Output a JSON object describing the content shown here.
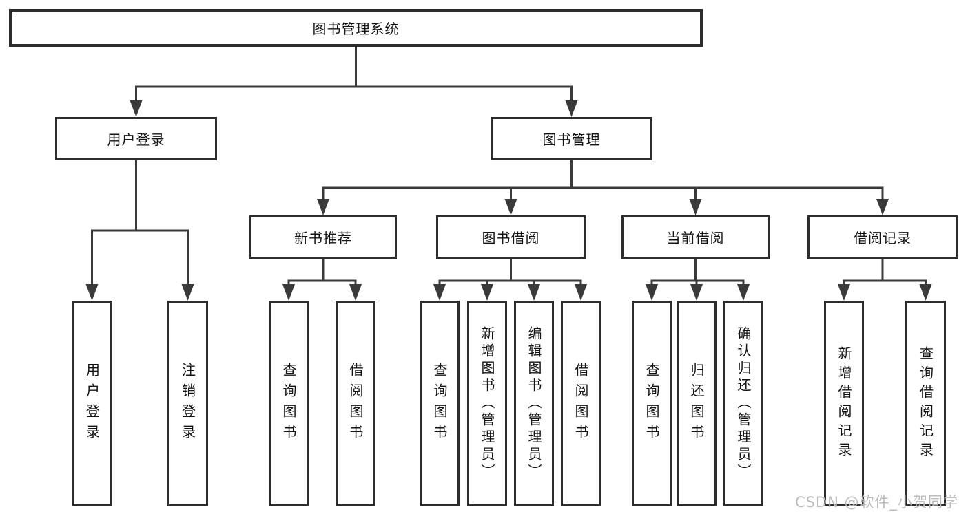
{
  "diagram": {
    "root": {
      "label": "图书管理系统"
    },
    "level2": [
      {
        "id": "user-login",
        "label": "用户登录",
        "parent": "图书管理系统"
      },
      {
        "id": "book-management",
        "label": "图书管理",
        "parent": "图书管理系统"
      }
    ],
    "level3": [
      {
        "id": "new-book-recommend",
        "label": "新书推荐",
        "parent": "图书管理"
      },
      {
        "id": "book-borrow",
        "label": "图书借阅",
        "parent": "图书管理"
      },
      {
        "id": "current-borrow",
        "label": "当前借阅",
        "parent": "图书管理"
      },
      {
        "id": "borrow-records",
        "label": "借阅记录",
        "parent": "图书管理"
      }
    ],
    "leaves": [
      {
        "id": "leaf-user-login",
        "label": "用户登录",
        "parent": "用户登录"
      },
      {
        "id": "leaf-logout",
        "label": "注销登录",
        "parent": "用户登录"
      },
      {
        "id": "leaf-query-book-1",
        "label": "查询图书",
        "parent": "新书推荐"
      },
      {
        "id": "leaf-borrow-book-1",
        "label": "借阅图书",
        "parent": "新书推荐"
      },
      {
        "id": "leaf-query-book-2",
        "label": "查询图书",
        "parent": "图书借阅"
      },
      {
        "id": "leaf-add-book",
        "label": "新增图书（管理员）",
        "parent": "图书借阅"
      },
      {
        "id": "leaf-edit-book",
        "label": "编辑图书（管理员）",
        "parent": "图书借阅"
      },
      {
        "id": "leaf-borrow-book-2",
        "label": "借阅图书",
        "parent": "图书借阅"
      },
      {
        "id": "leaf-query-book-3",
        "label": "查询图书",
        "parent": "当前借阅"
      },
      {
        "id": "leaf-return-book",
        "label": "归还图书",
        "parent": "当前借阅"
      },
      {
        "id": "leaf-confirm-return",
        "label": "确认归还（管理员）",
        "parent": "当前借阅"
      },
      {
        "id": "leaf-add-borrow-record",
        "label": "新增借阅记录",
        "parent": "借阅记录"
      },
      {
        "id": "leaf-query-borrow-record",
        "label": "查询借阅记录",
        "parent": "借阅记录"
      }
    ],
    "structure": {
      "图书管理系统": [
        "用户登录",
        "图书管理"
      ],
      "用户登录": [
        "用户登录",
        "注销登录"
      ],
      "图书管理": [
        "新书推荐",
        "图书借阅",
        "当前借阅",
        "借阅记录"
      ],
      "新书推荐": [
        "查询图书",
        "借阅图书"
      ],
      "图书借阅": [
        "查询图书",
        "新增图书（管理员）",
        "编辑图书（管理员）",
        "借阅图书"
      ],
      "当前借阅": [
        "查询图书",
        "归还图书",
        "确认归还（管理员）"
      ],
      "借阅记录": [
        "新增借阅记录",
        "查询借阅记录"
      ]
    }
  },
  "watermark": "CSDN @软件_小贺同学",
  "colors": {
    "line": "#3a3a3a",
    "box_border": "#2d2d2d",
    "box_fill": "#ffffff",
    "text": "#141414",
    "watermark": "#bcbcbc"
  }
}
